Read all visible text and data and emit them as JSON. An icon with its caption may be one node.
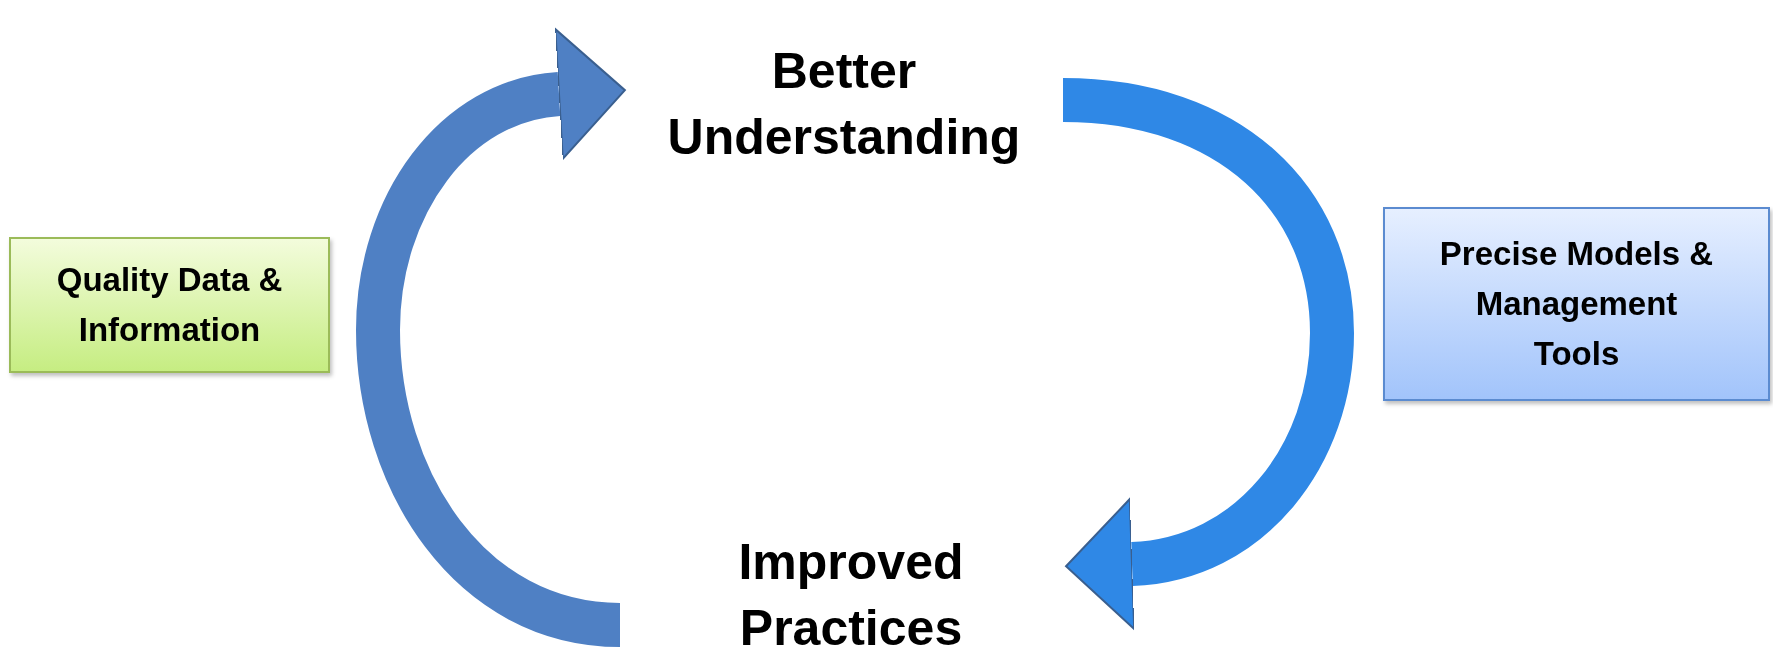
{
  "diagram": {
    "nodes": [
      {
        "text": [
          "Better Understanding"
        ]
      },
      {
        "text": [
          "Quality Data & Information"
        ]
      },
      {
        "text": [
          "Precise Models & Management Tools"
        ]
      },
      {
        "text": [
          "Improved Practices"
        ]
      }
    ],
    "edges": [
      {
        "from": 3,
        "to": 0,
        "arrow": "to",
        "color": "#4f80c4"
      },
      {
        "from": 0,
        "to": 3,
        "arrow": "to",
        "color": "#2f88e6"
      }
    ]
  }
}
